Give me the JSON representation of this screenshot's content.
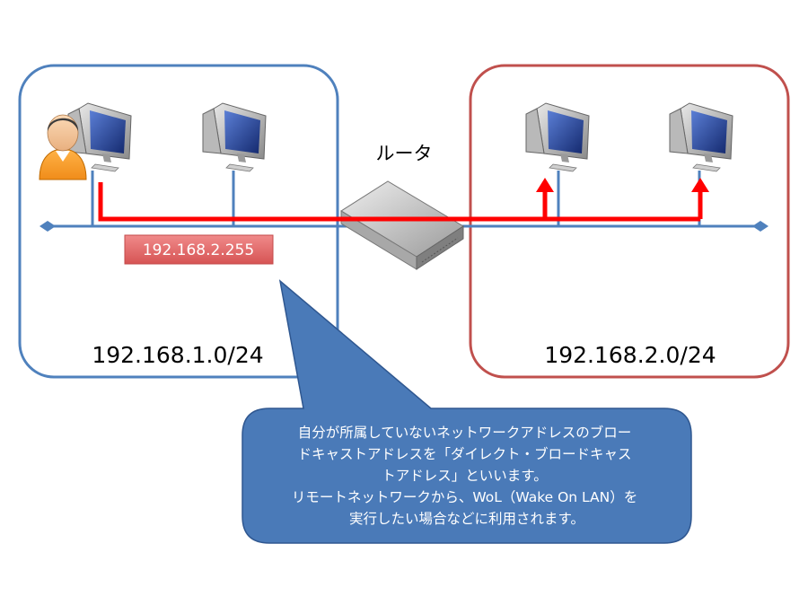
{
  "networks": [
    {
      "id": "left",
      "label": "192.168.1.0/24",
      "border_color": "#4f81bd"
    },
    {
      "id": "right",
      "label": "192.168.2.0/24",
      "border_color": "#c0504d"
    }
  ],
  "router": {
    "label": "ルータ"
  },
  "broadcast_address": {
    "label": "192.168.2.255",
    "bg_color": "#e46c6c"
  },
  "callout": {
    "lines": [
      "自分が所属していないネットワークアドレスのブロー",
      "ドキャストアドレスを「ダイレクト・ブロードキャス",
      "トアドレス」といいます。",
      "リモートネットワークから、WoL（Wake On LAN）を",
      "実行したい場合などに利用されます。"
    ],
    "bg_color": "#4a7ab8"
  },
  "colors": {
    "bus_line": "#4f81bd",
    "broadcast_path": "#ff0000"
  },
  "icons": [
    "user-icon",
    "computer-icon",
    "router-icon"
  ]
}
